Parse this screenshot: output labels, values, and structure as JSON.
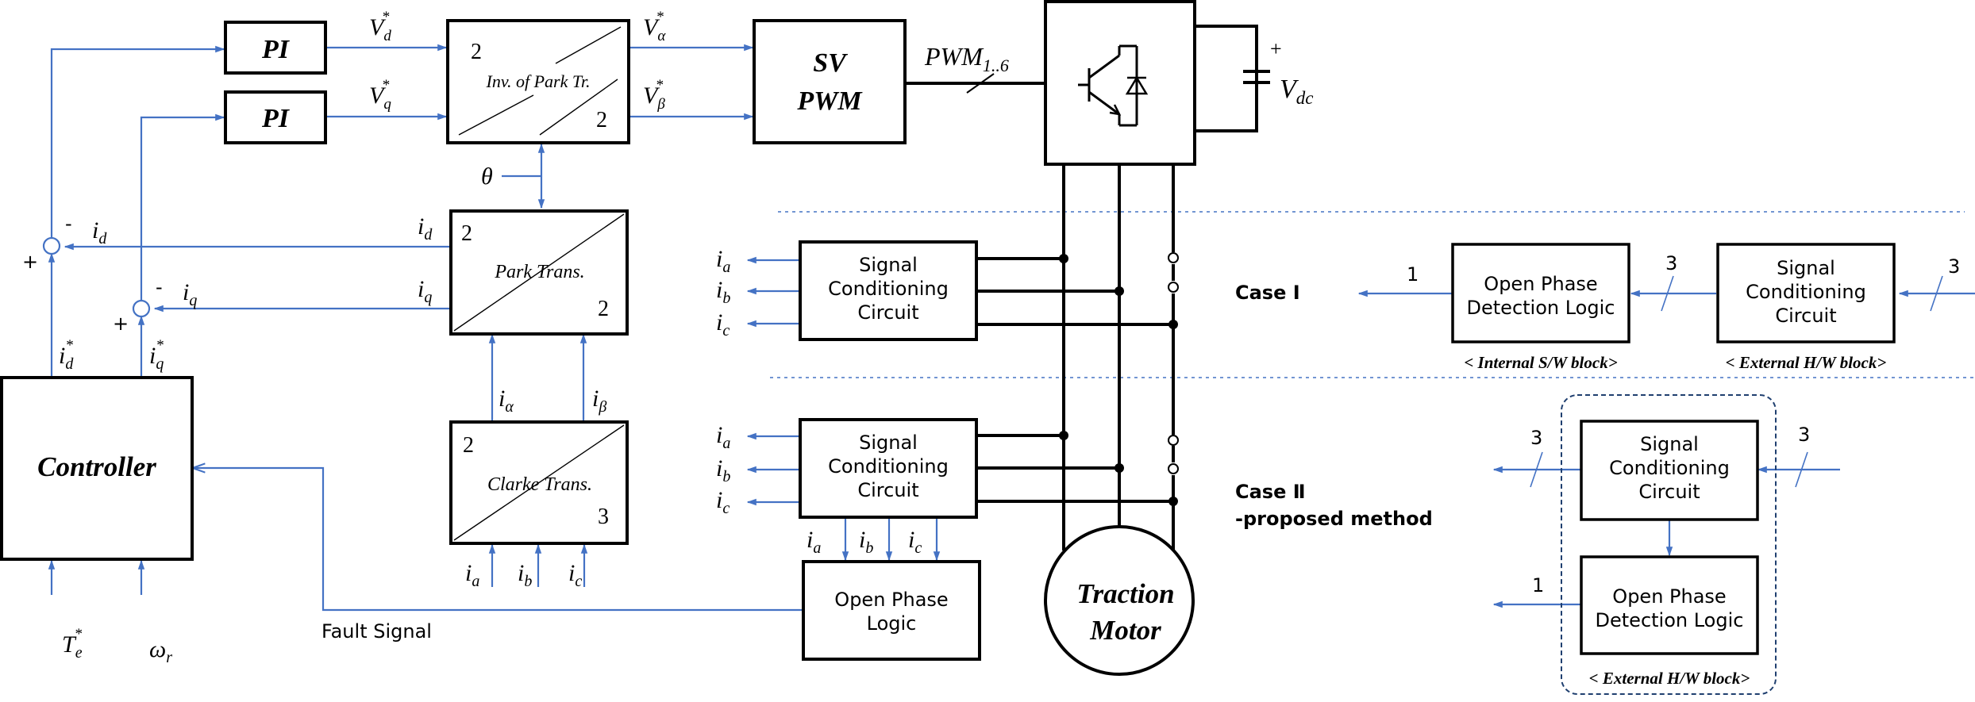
{
  "blocks": {
    "pi1": "PI",
    "pi2": "PI",
    "inv_park": "Inv. of Park Tr.",
    "inv_park_in": "2",
    "inv_park_out": "2",
    "svpwm_line1": "SV",
    "svpwm_line2": "PWM",
    "park": "Park Trans.",
    "park_in": "2",
    "park_out": "2",
    "clarke": "Clarke Trans.",
    "clarke_in": "2",
    "clarke_out": "3",
    "controller": "Controller",
    "scc_line1": "Signal",
    "scc_line2": "Conditioning",
    "scc_line3": "Circuit",
    "opl_line1": "Open Phase",
    "opl_line2": "Logic",
    "opdl_line1": "Open Phase",
    "opdl_line2": "Detection Logic",
    "motor_line1": "Traction",
    "motor_line2": "Motor"
  },
  "signals": {
    "vd_base": "V",
    "vd_sub": "d",
    "vd_sup": "*",
    "vq_base": "V",
    "vq_sub": "q",
    "vq_sup": "*",
    "valpha_base": "V",
    "valpha_sub": "α",
    "valpha_sup": "*",
    "vbeta_base": "V",
    "vbeta_sub": "β",
    "vbeta_sup": "*",
    "pwm_base": "PWM",
    "pwm_sub": "1..6",
    "vdc_base": "V",
    "vdc_sub": "dc",
    "vdc_plus": "+",
    "theta": "θ",
    "i": "i",
    "sub_d": "d",
    "sub_q": "q",
    "sub_a": "a",
    "sub_b": "b",
    "sub_c": "c",
    "sub_alpha": "α",
    "sub_beta": "β",
    "star": "*",
    "te_base": "T",
    "te_sub": "e",
    "omega_base": "ω",
    "omega_sub": "r",
    "minus": "-",
    "plus": "+",
    "fault_signal": "Fault Signal"
  },
  "cases": {
    "case1": "Case Ⅰ",
    "case2_line1": "Case Ⅱ",
    "case2_line2": "-proposed method",
    "internal_sw": "< Internal S/W block>",
    "external_hw": "< External H/W block>",
    "n1": "1",
    "n3": "3"
  }
}
